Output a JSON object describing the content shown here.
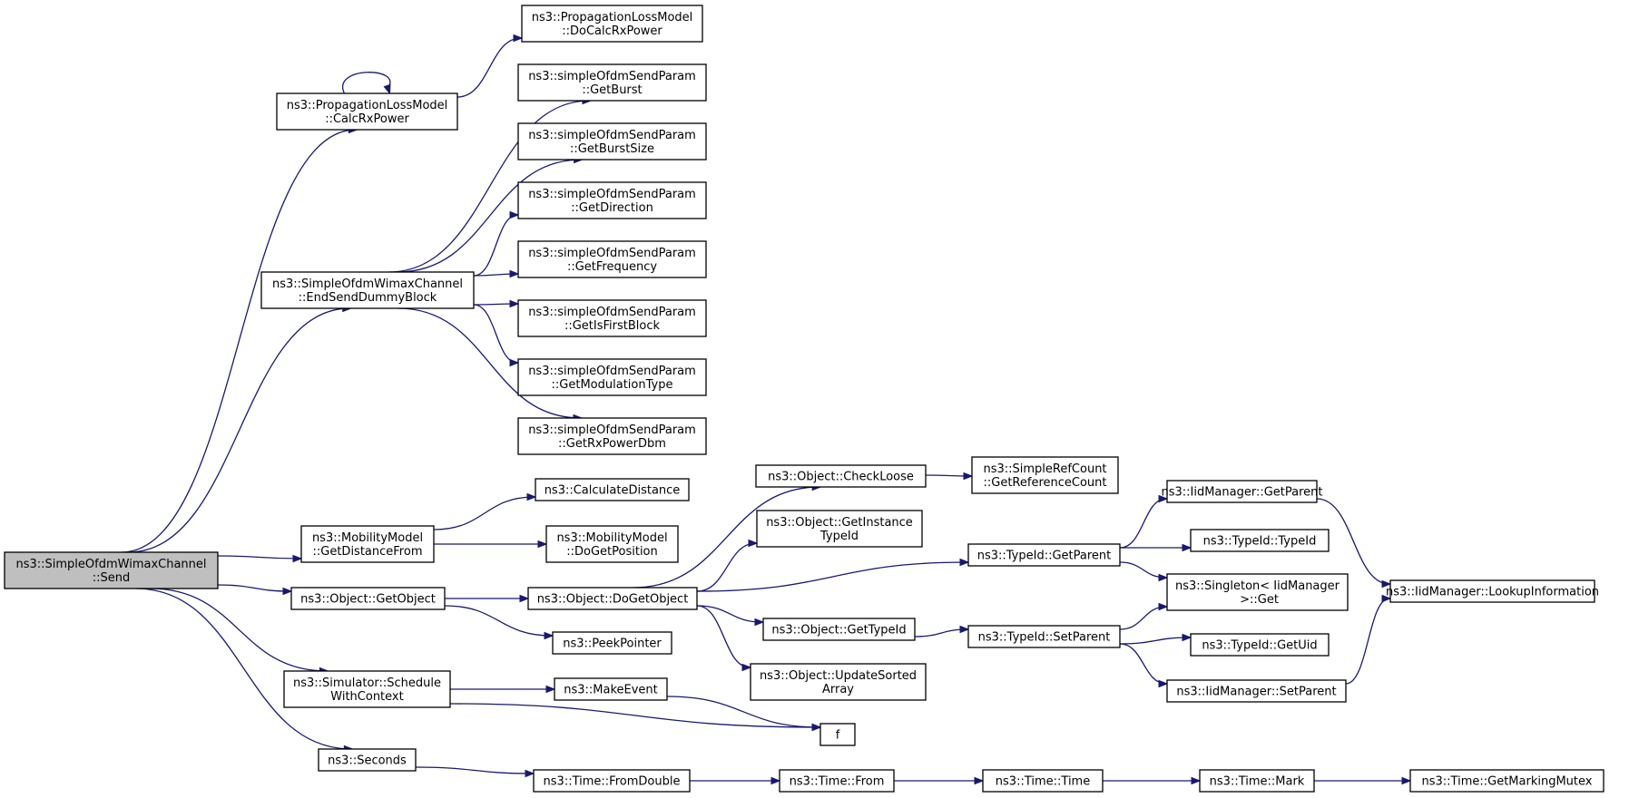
{
  "graph": {
    "edge_color": "#191970",
    "root_fill": "#bfbfbf",
    "nodes": [
      {
        "id": "send",
        "lines": [
          "ns3::SimpleOfdmWimaxChannel",
          "::Send"
        ],
        "root": true
      },
      {
        "id": "calcRx",
        "lines": [
          "ns3::PropagationLossModel",
          "::CalcRxPower"
        ]
      },
      {
        "id": "doCalcRx",
        "lines": [
          "ns3::PropagationLossModel",
          "::DoCalcRxPower"
        ]
      },
      {
        "id": "endSend",
        "lines": [
          "ns3::SimpleOfdmWimaxChannel",
          "::EndSendDummyBlock"
        ]
      },
      {
        "id": "getBurst",
        "lines": [
          "ns3::simpleOfdmSendParam",
          "::GetBurst"
        ]
      },
      {
        "id": "getBurstSize",
        "lines": [
          "ns3::simpleOfdmSendParam",
          "::GetBurstSize"
        ]
      },
      {
        "id": "getDirection",
        "lines": [
          "ns3::simpleOfdmSendParam",
          "::GetDirection"
        ]
      },
      {
        "id": "getFrequency",
        "lines": [
          "ns3::simpleOfdmSendParam",
          "::GetFrequency"
        ]
      },
      {
        "id": "getIsFirst",
        "lines": [
          "ns3::simpleOfdmSendParam",
          "::GetIsFirstBlock"
        ]
      },
      {
        "id": "getModulation",
        "lines": [
          "ns3::simpleOfdmSendParam",
          "::GetModulationType"
        ]
      },
      {
        "id": "getRxPower",
        "lines": [
          "ns3::simpleOfdmSendParam",
          "::GetRxPowerDbm"
        ]
      },
      {
        "id": "getDistance",
        "lines": [
          "ns3::MobilityModel",
          "::GetDistanceFrom"
        ]
      },
      {
        "id": "calcDistance",
        "lines": [
          "ns3::CalculateDistance"
        ]
      },
      {
        "id": "doGetPosition",
        "lines": [
          "ns3::MobilityModel",
          "::DoGetPosition"
        ]
      },
      {
        "id": "getObject",
        "lines": [
          "ns3::Object::GetObject"
        ]
      },
      {
        "id": "doGetObject",
        "lines": [
          "ns3::Object::DoGetObject"
        ]
      },
      {
        "id": "peekPointer",
        "lines": [
          "ns3::PeekPointer"
        ]
      },
      {
        "id": "checkLoose",
        "lines": [
          "ns3::Object::CheckLoose"
        ]
      },
      {
        "id": "getRefCount",
        "lines": [
          "ns3::SimpleRefCount",
          "::GetReferenceCount"
        ]
      },
      {
        "id": "getInstanceTypeId",
        "lines": [
          "ns3::Object::GetInstance",
          "TypeId"
        ]
      },
      {
        "id": "typeIdGetParent",
        "lines": [
          "ns3::TypeId::GetParent"
        ]
      },
      {
        "id": "iidGetParent",
        "lines": [
          "ns3::IidManager::GetParent"
        ]
      },
      {
        "id": "typeIdTypeId",
        "lines": [
          "ns3::TypeId::TypeId"
        ]
      },
      {
        "id": "singletonGet",
        "lines": [
          "ns3::Singleton< IidManager",
          " >::Get"
        ]
      },
      {
        "id": "lookupInfo",
        "lines": [
          "ns3::IidManager::LookupInformation"
        ]
      },
      {
        "id": "objGetTypeId",
        "lines": [
          "ns3::Object::GetTypeId"
        ]
      },
      {
        "id": "typeIdSetParent",
        "lines": [
          "ns3::TypeId::SetParent"
        ]
      },
      {
        "id": "typeIdGetUid",
        "lines": [
          "ns3::TypeId::GetUid"
        ]
      },
      {
        "id": "iidSetParent",
        "lines": [
          "ns3::IidManager::SetParent"
        ]
      },
      {
        "id": "updateSorted",
        "lines": [
          "ns3::Object::UpdateSorted",
          "Array"
        ]
      },
      {
        "id": "schedule",
        "lines": [
          "ns3::Simulator::Schedule",
          "WithContext"
        ]
      },
      {
        "id": "makeEvent",
        "lines": [
          "ns3::MakeEvent"
        ]
      },
      {
        "id": "f",
        "lines": [
          "f"
        ]
      },
      {
        "id": "seconds",
        "lines": [
          "ns3::Seconds"
        ]
      },
      {
        "id": "fromDouble",
        "lines": [
          "ns3::Time::FromDouble"
        ]
      },
      {
        "id": "timeFrom",
        "lines": [
          "ns3::Time::From"
        ]
      },
      {
        "id": "timeTime",
        "lines": [
          "ns3::Time::Time"
        ]
      },
      {
        "id": "timeMark",
        "lines": [
          "ns3::Time::Mark"
        ]
      },
      {
        "id": "getMarkingMutex",
        "lines": [
          "ns3::Time::GetMarkingMutex"
        ]
      }
    ],
    "edges": [
      [
        "send",
        "calcRx"
      ],
      [
        "calcRx",
        "calcRx"
      ],
      [
        "calcRx",
        "doCalcRx"
      ],
      [
        "send",
        "endSend"
      ],
      [
        "endSend",
        "getBurst"
      ],
      [
        "endSend",
        "getBurstSize"
      ],
      [
        "endSend",
        "getDirection"
      ],
      [
        "endSend",
        "getFrequency"
      ],
      [
        "endSend",
        "getIsFirst"
      ],
      [
        "endSend",
        "getModulation"
      ],
      [
        "endSend",
        "getRxPower"
      ],
      [
        "send",
        "getDistance"
      ],
      [
        "getDistance",
        "calcDistance"
      ],
      [
        "getDistance",
        "doGetPosition"
      ],
      [
        "send",
        "getObject"
      ],
      [
        "getObject",
        "doGetObject"
      ],
      [
        "getObject",
        "peekPointer"
      ],
      [
        "doGetObject",
        "checkLoose"
      ],
      [
        "checkLoose",
        "getRefCount"
      ],
      [
        "doGetObject",
        "getInstanceTypeId"
      ],
      [
        "doGetObject",
        "typeIdGetParent"
      ],
      [
        "doGetObject",
        "objGetTypeId"
      ],
      [
        "doGetObject",
        "updateSorted"
      ],
      [
        "typeIdGetParent",
        "iidGetParent"
      ],
      [
        "typeIdGetParent",
        "typeIdTypeId"
      ],
      [
        "typeIdGetParent",
        "singletonGet"
      ],
      [
        "iidGetParent",
        "lookupInfo"
      ],
      [
        "objGetTypeId",
        "typeIdSetParent"
      ],
      [
        "typeIdSetParent",
        "singletonGet"
      ],
      [
        "typeIdSetParent",
        "typeIdGetUid"
      ],
      [
        "typeIdSetParent",
        "iidSetParent"
      ],
      [
        "iidSetParent",
        "lookupInfo"
      ],
      [
        "send",
        "schedule"
      ],
      [
        "schedule",
        "makeEvent"
      ],
      [
        "schedule",
        "f"
      ],
      [
        "makeEvent",
        "f"
      ],
      [
        "send",
        "seconds"
      ],
      [
        "seconds",
        "fromDouble"
      ],
      [
        "fromDouble",
        "timeFrom"
      ],
      [
        "timeFrom",
        "timeTime"
      ],
      [
        "timeTime",
        "timeMark"
      ],
      [
        "timeMark",
        "getMarkingMutex"
      ]
    ]
  }
}
